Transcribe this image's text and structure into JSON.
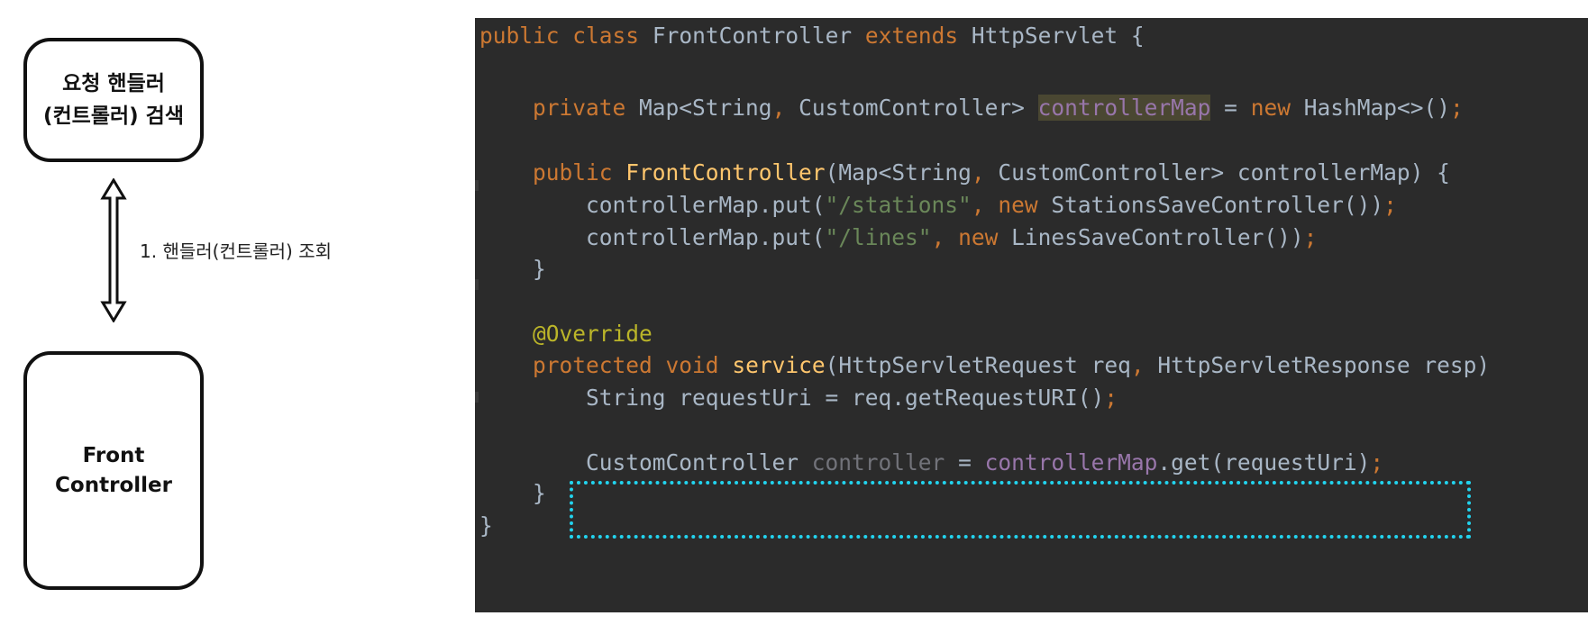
{
  "diagram": {
    "handler_box": {
      "line1": "요청 핸들러",
      "line2": "(컨트롤러) 검색"
    },
    "front_box": {
      "line1": "Front",
      "line2": "Controller"
    },
    "arrow_label": "1. 핸들러(컨트롤러) 조회"
  },
  "code": {
    "l1": {
      "kw1": "public",
      "kw2": "class",
      "name": "FrontController",
      "kw3": "extends",
      "rest": "HttpServlet {"
    },
    "l2": {
      "kw1": "private",
      "type": "Map<String",
      "comma": ",",
      "type2": "CustomController>",
      "field": "controllerMap",
      "eq": "=",
      "kw2": "new",
      "call": "HashMap<>()",
      "semi": ";"
    },
    "l3": {
      "kw1": "public",
      "fn": "FrontController",
      "params1": "(Map<String",
      "comma": ",",
      "params2": "CustomController> controllerMap) {"
    },
    "l4": {
      "a": "controllerMap.put(",
      "str": "\"/stations\"",
      "comma": ",",
      "kw": "new",
      "b": "StationsSaveController())",
      "semi": ";"
    },
    "l5": {
      "a": "controllerMap.put(",
      "str": "\"/lines\"",
      "comma": ",",
      "kw": "new",
      "b": "LinesSaveController())",
      "semi": ";"
    },
    "l6": "}",
    "l7": "@Override",
    "l8": {
      "kw1": "protected",
      "kw2": "void",
      "fn": "service",
      "p1": "(HttpServletRequest req",
      "comma": ",",
      "p2": "HttpServletResponse resp)"
    },
    "l9": {
      "a": "String requestUri = req.getRequestURI()",
      "semi": ";"
    },
    "l10": {
      "type": "CustomController",
      "var": "controller",
      "eq": "=",
      "field": "controllerMap",
      "rest": ".get(requestUri)",
      "semi": ";"
    },
    "l11": "}",
    "l12": "}"
  },
  "colors": {
    "editor_background": "#2b2b2b",
    "keyword": "#cc7832",
    "method": "#ffc66d",
    "string": "#6a8759",
    "field": "#9876aa",
    "annotation": "#bbb529",
    "highlight_box": "#22d3ee"
  },
  "icons": {
    "arrow": "double-headed-vertical-arrow"
  }
}
